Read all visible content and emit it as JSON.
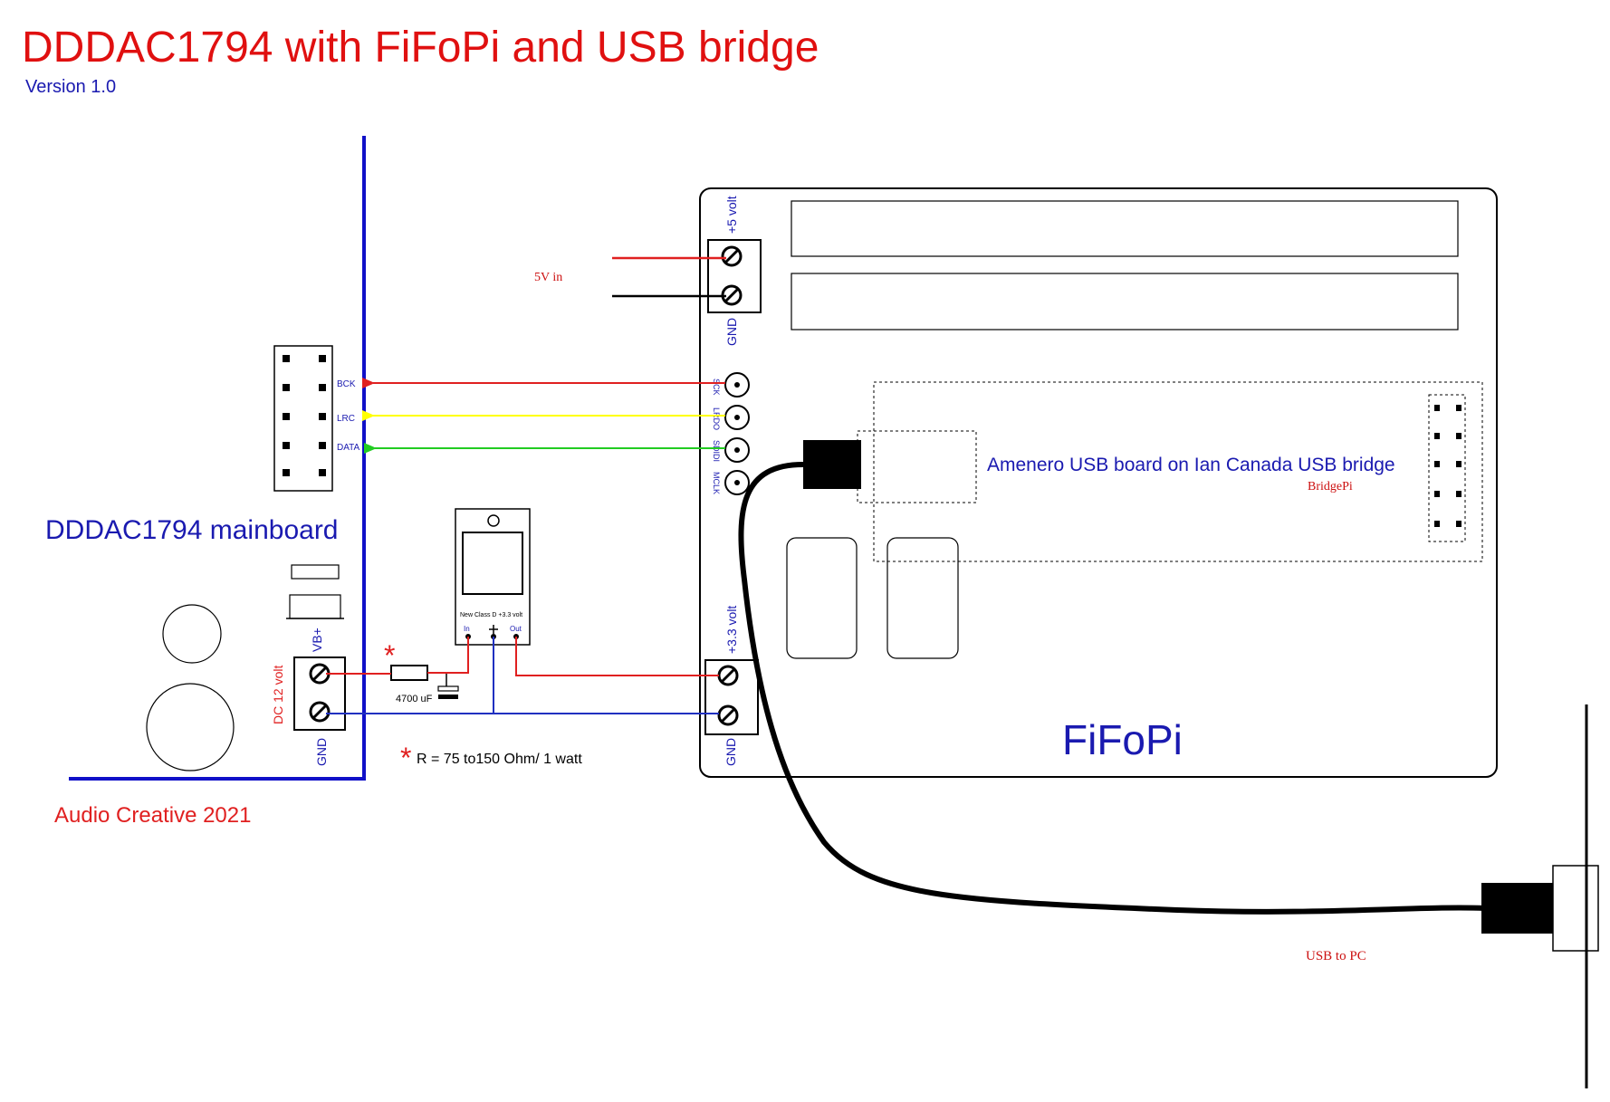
{
  "title": "DDDAC1794 with FiFoPi  and USB bridge",
  "version": "Version 1.0",
  "credit": "Audio Creative 2021",
  "colors": {
    "title_red": "#e01010",
    "blue_text": "#1a1ab0",
    "wire_red": "#e02020",
    "wire_yellow": "#ffff00",
    "wire_green": "#22cc22",
    "wire_blue": "#2030c0",
    "wire_black": "#000000"
  },
  "mainboard": {
    "label": "DDDAC1794 mainboard",
    "header_pins": {
      "bck": "BCK",
      "lrc": "LRC",
      "data": "DATA"
    },
    "terminal": {
      "top": "VB+",
      "bottom": "GND",
      "side": "DC 12 volt"
    }
  },
  "regulator": {
    "label": "New Class D +3.3 volt",
    "pins": {
      "in": "In",
      "out": "Out"
    },
    "capacitor": "4700 uF",
    "resistor_note": "R = 75 to150 Ohm/ 1 watt",
    "asterisk": "*"
  },
  "fifopi": {
    "label": "FiFoPi",
    "top_terminal": {
      "top": "+5 volt",
      "bottom": "GND"
    },
    "bottom_terminal": {
      "top": "+3.3 volt",
      "bottom": "GND"
    },
    "power_in": "5V in",
    "i2s_out": {
      "sck": "SCK",
      "lrdo": "LRDO",
      "sdidi": "SDIDI",
      "mclk": "MCLK"
    }
  },
  "usb_board": {
    "label": "Amenero USB board on Ian Canada USB bridge",
    "sub_label": "BridgePi"
  },
  "usb_cable": {
    "label": "USB to PC"
  }
}
